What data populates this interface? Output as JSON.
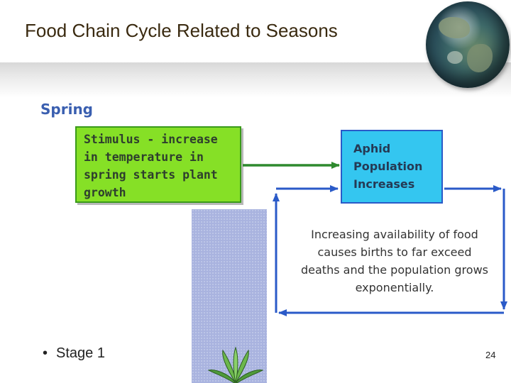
{
  "slide": {
    "title": "Food Chain Cycle Related to Seasons",
    "page_number": "24"
  },
  "diagram": {
    "season": "Spring",
    "stimulus_lines": [
      "Stimulus - increase",
      "in temperature in",
      "spring starts plant",
      "growth"
    ],
    "aphid_lines": [
      "Aphid",
      "Population",
      "Increases"
    ],
    "cycle_lines": [
      "Increasing availability of food",
      "causes births to far exceed",
      "deaths and the population grows",
      "exponentially."
    ],
    "colors": {
      "stimulus_fill": "#86e026",
      "aphid_fill": "#34c6f0",
      "green_arrow": "#2e8a2e",
      "blue_arrow": "#2a5ac8",
      "season_text": "#3a5fb0"
    }
  },
  "bullets": [
    {
      "text": "Stage 1"
    }
  ],
  "icons": [
    "globe-icon",
    "plant-icon",
    "bullet-dot-icon"
  ]
}
